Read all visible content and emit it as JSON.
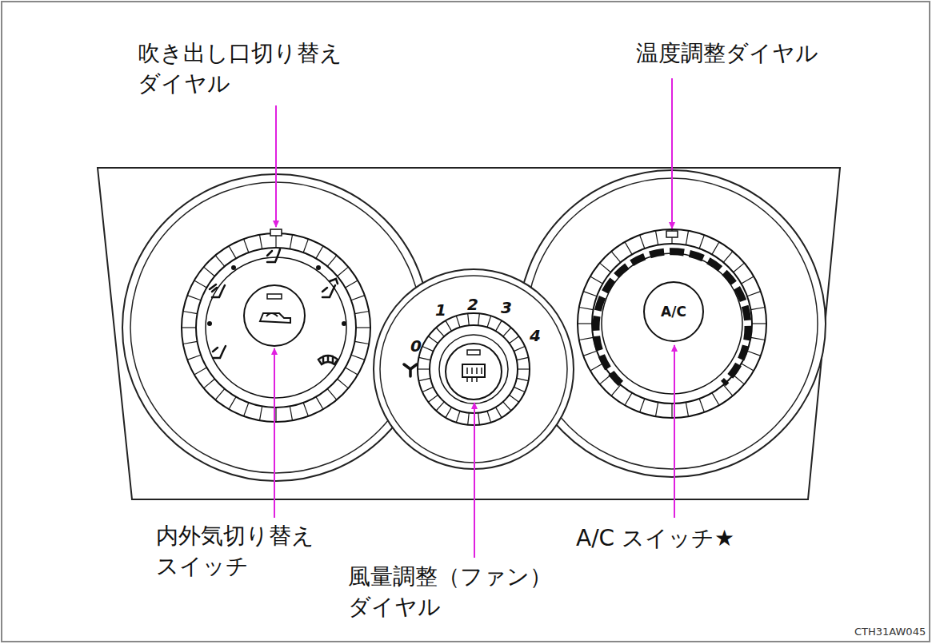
{
  "diagram": {
    "nodes": [
      {
        "text": [
          "A/C"
        ]
      }
    ],
    "labels": [
      "吹き出し口切り替え ダイヤル",
      "温度調整ダイヤル",
      "0",
      "1",
      "2",
      "3",
      "4",
      "内外気切り替え スイッチ",
      "A/C スイッチ★",
      "風量調整（ファン） ダイヤル",
      "CTH31AW045"
    ]
  }
}
